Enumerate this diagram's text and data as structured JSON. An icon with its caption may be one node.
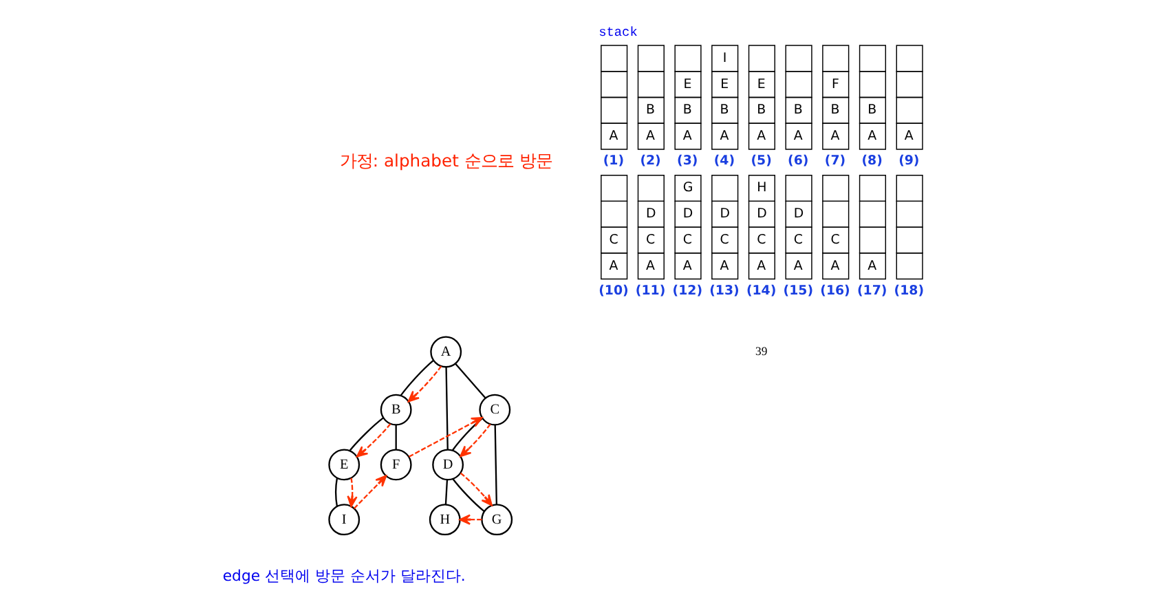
{
  "diagram": {
    "nodes": [
      {
        "text": [
          "A"
        ]
      },
      {
        "text": [
          "B"
        ]
      },
      {
        "text": [
          "C"
        ]
      },
      {
        "text": [
          "D"
        ]
      },
      {
        "text": [
          "E"
        ]
      },
      {
        "text": [
          "F"
        ]
      },
      {
        "text": [
          "G"
        ]
      },
      {
        "text": [
          "H"
        ]
      },
      {
        "text": [
          "I"
        ]
      }
    ],
    "edges": [
      {
        "from": 0,
        "to": 1,
        "arrow": "none"
      },
      {
        "from": 0,
        "to": 2,
        "arrow": "none"
      },
      {
        "from": 0,
        "to": 3,
        "arrow": "none"
      },
      {
        "from": 1,
        "to": 4,
        "arrow": "none"
      },
      {
        "from": 1,
        "to": 5,
        "arrow": "none"
      },
      {
        "from": 2,
        "to": 3,
        "arrow": "none"
      },
      {
        "from": 2,
        "to": 6,
        "arrow": "none"
      },
      {
        "from": 3,
        "to": 6,
        "arrow": "none"
      },
      {
        "from": 3,
        "to": 7,
        "arrow": "none"
      },
      {
        "from": 4,
        "to": 8,
        "arrow": "none"
      },
      {
        "from": 0,
        "to": 1,
        "arrow": "to",
        "style": "dashed",
        "color": "#ff3300"
      },
      {
        "from": 1,
        "to": 4,
        "arrow": "to",
        "style": "dashed",
        "color": "#ff3300"
      },
      {
        "from": 4,
        "to": 8,
        "arrow": "to",
        "style": "dashed",
        "color": "#ff3300"
      },
      {
        "from": 8,
        "to": 5,
        "arrow": "to",
        "style": "dashed",
        "color": "#ff3300"
      },
      {
        "from": 5,
        "to": 2,
        "arrow": "to",
        "style": "dashed",
        "color": "#ff3300"
      },
      {
        "from": 2,
        "to": 3,
        "arrow": "to",
        "style": "dashed",
        "color": "#ff3300"
      },
      {
        "from": 3,
        "to": 6,
        "arrow": "to",
        "style": "dashed",
        "color": "#ff3300"
      },
      {
        "from": 6,
        "to": 7,
        "arrow": "to",
        "style": "dashed",
        "color": "#ff3300"
      }
    ],
    "labels": [
      "stack",
      "가정: alphabet 순으로 방문",
      "I",
      "E",
      "E",
      "E",
      "F",
      "B",
      "B",
      "B",
      "B",
      "B",
      "B",
      "B",
      "A",
      "A",
      "A",
      "A",
      "A",
      "A",
      "A",
      "A",
      "A",
      "(1)",
      "(2)",
      "(3)",
      "(4)",
      "(5)",
      "(6)",
      "(7)",
      "(8)",
      "(9)",
      "G",
      "H",
      "D",
      "D",
      "D",
      "D",
      "D",
      "C",
      "C",
      "C",
      "C",
      "C",
      "C",
      "C",
      "A",
      "A",
      "A",
      "A",
      "A",
      "A",
      "A",
      "A",
      "(10)",
      "(11)",
      "(12)",
      "(13)",
      "(14)",
      "(15)",
      "(16)",
      "(17)",
      "(18)",
      "edge 선택에 방문 순서가 달라진다.",
      "39"
    ]
  }
}
